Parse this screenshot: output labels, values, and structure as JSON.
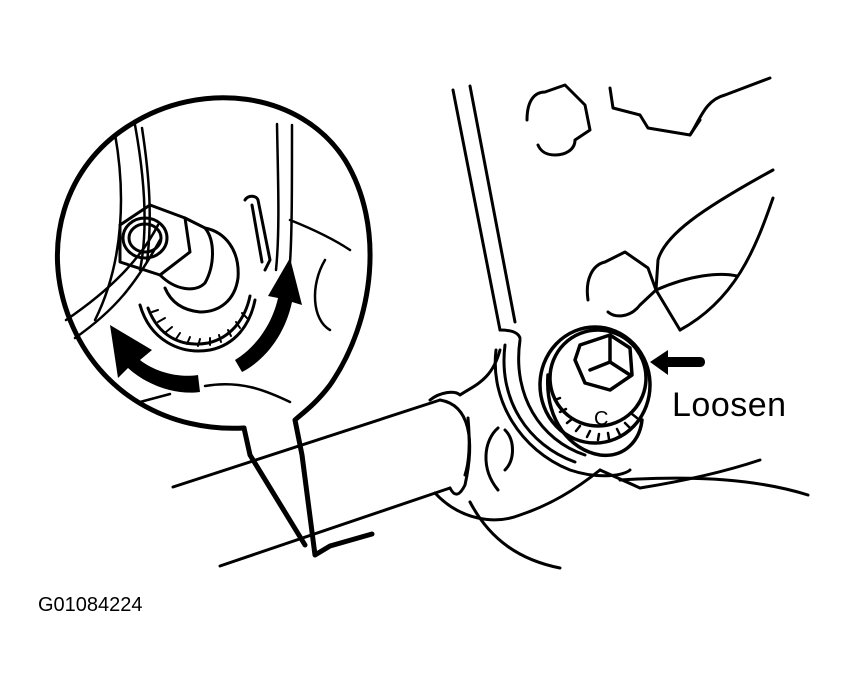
{
  "diagram": {
    "type": "technical-illustration",
    "subject": "Camber/alignment adjusting bolt with cam washer on suspension arm",
    "colors": {
      "line": "#000000",
      "background": "#ffffff"
    },
    "labels": {
      "action": "Loosen",
      "cam_mark": "C",
      "figure_id": "G01084224"
    },
    "callouts": [
      {
        "name": "loosen-arrow",
        "points_to": "adjusting-bolt",
        "label_ref": "action"
      },
      {
        "name": "rotate-arrows",
        "location": "detail-magnifier-circle",
        "count": 2
      }
    ],
    "components": [
      "adjusting-bolt",
      "cam-washer",
      "lower-arm",
      "bracket",
      "bushing",
      "detail-magnifier-circle"
    ]
  }
}
